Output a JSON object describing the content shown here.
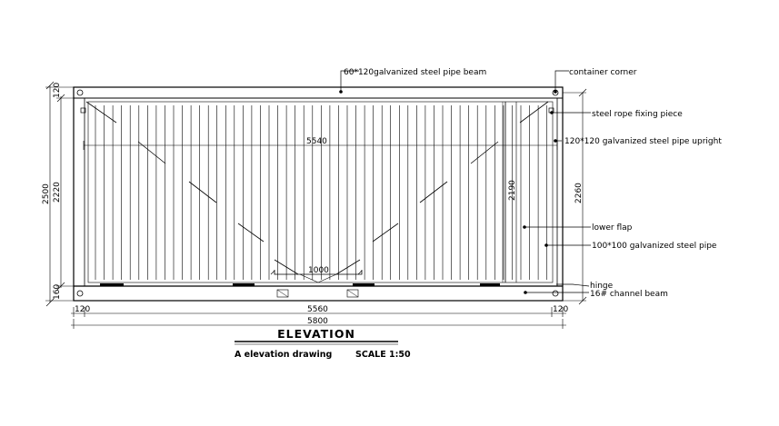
{
  "title": "ELEVATION",
  "subtitle": "A elevation drawing",
  "scale": "SCALE 1:50",
  "annotations": {
    "beam": "60*120galvanized steel pipe beam",
    "corner": "container corner",
    "rope": "steel rope fixing piece",
    "upright": "120*120 galvanized steel pipe upright",
    "flap": "lower flap",
    "pipe": "100*100 galvanized steel pipe",
    "hinge": "hinge",
    "channel": "16# channel beam"
  },
  "dimensions": {
    "inner_width": "5540",
    "door": "1000",
    "bottom_inner": "5560",
    "overall_width": "5800",
    "left_edge": "120",
    "right_edge": "120",
    "total_height": "2500",
    "panel_height": "2220",
    "top_beam": "120",
    "bottom_beam": "160",
    "right_panel_height": "2190",
    "right_height": "2260"
  }
}
